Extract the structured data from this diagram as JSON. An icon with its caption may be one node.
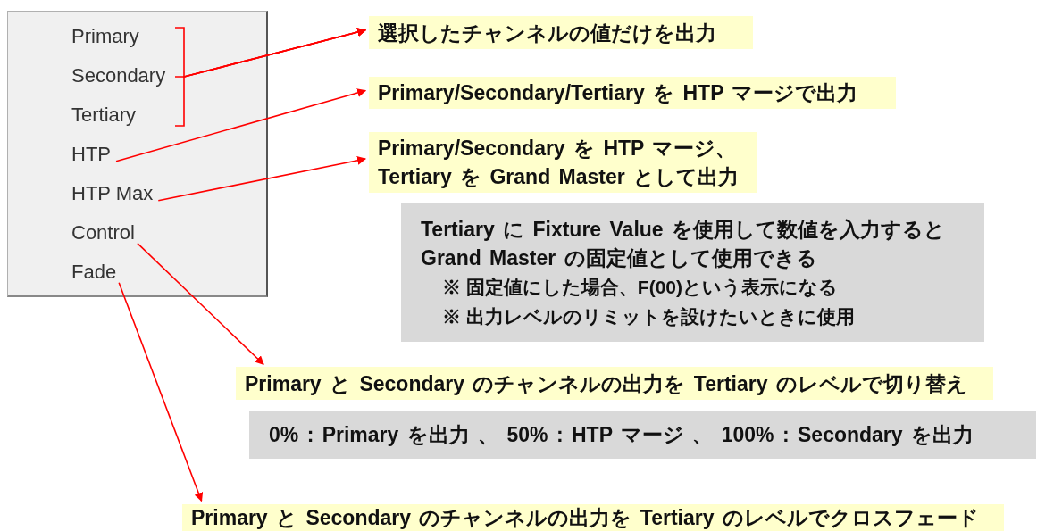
{
  "diagram": {
    "nodes": [
      {
        "text": [],
        "shape": "box"
      },
      {
        "text": [
          "Primary"
        ],
        "in": 0
      },
      {
        "text": [
          "Secondary"
        ],
        "in": 0
      },
      {
        "text": [
          "Tertiary"
        ],
        "in": 0
      },
      {
        "text": [
          "HTP"
        ],
        "in": 0
      },
      {
        "text": [
          "HTP Max"
        ],
        "in": 0
      },
      {
        "text": [
          "Control"
        ],
        "in": 0
      },
      {
        "text": [
          "Fade"
        ],
        "in": 0
      },
      {
        "text": [
          "選択したチャンネルの値だけを出力"
        ]
      },
      {
        "text": [
          "Primary/Secondary/Tertiary を HTP マージで出力"
        ]
      },
      {
        "text": [
          "Primary/Secondary を HTP マージ、Tertiary を Grand Master として出力"
        ]
      },
      {
        "text": [
          "Tertiary に Fixture Value を使用して数値を入力すると Grand Master の固定値として使用できる",
          "※ 固定値にした場合、F(00)という表示になる",
          "※ 出力レベルのリミットを設けたいときに使用"
        ]
      },
      {
        "text": [
          "Primary と Secondary のチャンネルの出力を Tertiary のレベルで切り替え"
        ]
      },
      {
        "text": [
          "0% : Primary を出力 、 50% : HTP マージ 、 100% : Secondary を出力"
        ]
      },
      {
        "text": [
          "Primary と Secondary のチャンネルの出力を Tertiary のレベルでクロスフェード"
        ]
      }
    ],
    "edges": [
      {
        "from": 1,
        "to": 8,
        "arrow": "to"
      },
      {
        "from": 2,
        "to": 8,
        "arrow": "to"
      },
      {
        "from": 3,
        "to": 8,
        "arrow": "to"
      },
      {
        "from": 4,
        "to": 9,
        "arrow": "to"
      },
      {
        "from": 5,
        "to": 10,
        "arrow": "to"
      },
      {
        "from": 6,
        "to": 12,
        "arrow": "to"
      },
      {
        "from": 7,
        "to": 14,
        "arrow": "to"
      }
    ]
  }
}
